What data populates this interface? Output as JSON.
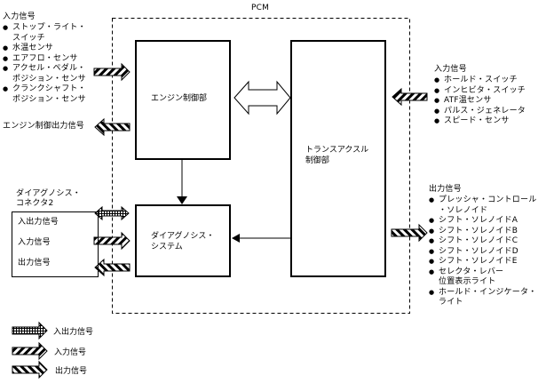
{
  "pcm": {
    "title": "PCM"
  },
  "blocks": {
    "engine": {
      "label": "エンジン制御部"
    },
    "transaxle": {
      "line1": "トランスアクスル",
      "line2": "制御部"
    },
    "diagnosis": {
      "line1": "ダイアグノシス・",
      "line2": "システム"
    }
  },
  "engine_inputs": {
    "title": "入力信号",
    "items": [
      {
        "line1": "ストップ・ライト・",
        "line2": "スイッチ"
      },
      {
        "line1": "水温センサ"
      },
      {
        "line1": "エアフロ・センサ"
      },
      {
        "line1": "アクセル・ペダル・",
        "line2": "ポジション・センサ"
      },
      {
        "line1": "クランクシャフト・",
        "line2": "ポジション・センサ"
      }
    ]
  },
  "engine_output": {
    "label": "エンジン制御出力信号"
  },
  "diag_connector": {
    "line1": "ダイアグノシス・",
    "line2": "コネクタ2",
    "rows": [
      "入出力信号",
      "入力信号",
      "出力信号"
    ]
  },
  "transaxle_inputs": {
    "title": "入力信号",
    "items": [
      "ホールド・スイッチ",
      "インヒビタ・スイッチ",
      "ATF温センサ",
      "パルス・ジェネレータ",
      "スピード・センサ"
    ]
  },
  "transaxle_outputs": {
    "title": "出力信号",
    "items": [
      {
        "line1": "プレッシャ・コントロール",
        "line2": "・ソレノイド"
      },
      {
        "line1": "シフト・ソレノイドA"
      },
      {
        "line1": "シフト・ソレノイドB"
      },
      {
        "line1": "シフト・ソレノイドC"
      },
      {
        "line1": "シフト・ソレノイドD"
      },
      {
        "line1": "シフト・ソレノイドE"
      },
      {
        "line1": "セレクタ・レバー",
        "line2": "位置表示ライト"
      },
      {
        "line1": "ホールド・インジケータ・",
        "line2": "ライト"
      }
    ]
  },
  "legend": {
    "items": [
      {
        "type": "io",
        "label": "入出力信号"
      },
      {
        "type": "input",
        "label": "入力信号"
      },
      {
        "type": "output",
        "label": "出力信号"
      }
    ]
  }
}
